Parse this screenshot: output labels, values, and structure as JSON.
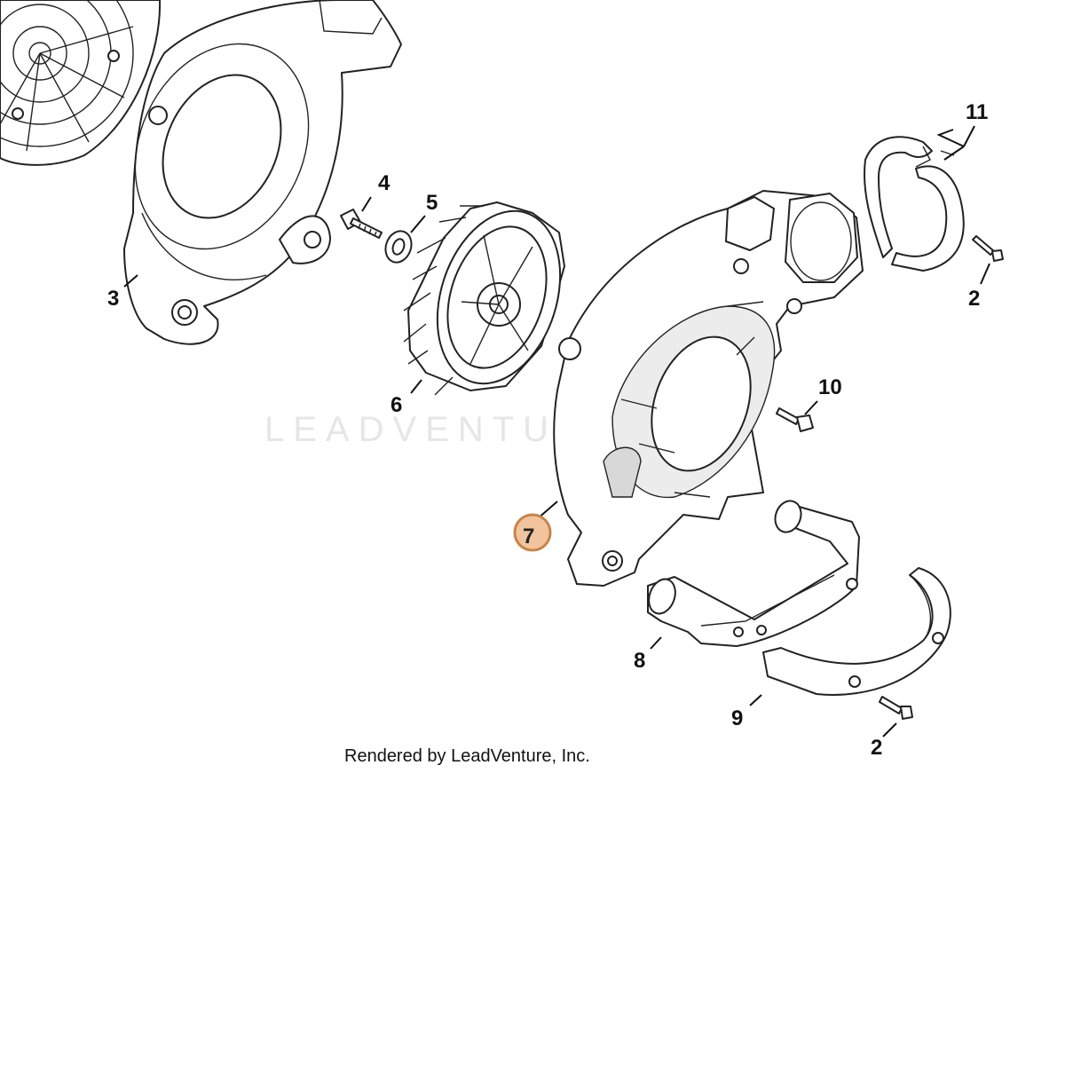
{
  "watermark": "LEADVENTURE",
  "credit": "Rendered by LeadVenture, Inc.",
  "callouts": {
    "c2a": "2",
    "c2b": "2",
    "c3": "3",
    "c4": "4",
    "c5": "5",
    "c6": "6",
    "c7": "7",
    "c8": "8",
    "c9": "9",
    "c10": "10",
    "c11": "11"
  },
  "highlight": {
    "callout": "7",
    "fill": "#f2c49e",
    "stroke": "#c8844a"
  }
}
